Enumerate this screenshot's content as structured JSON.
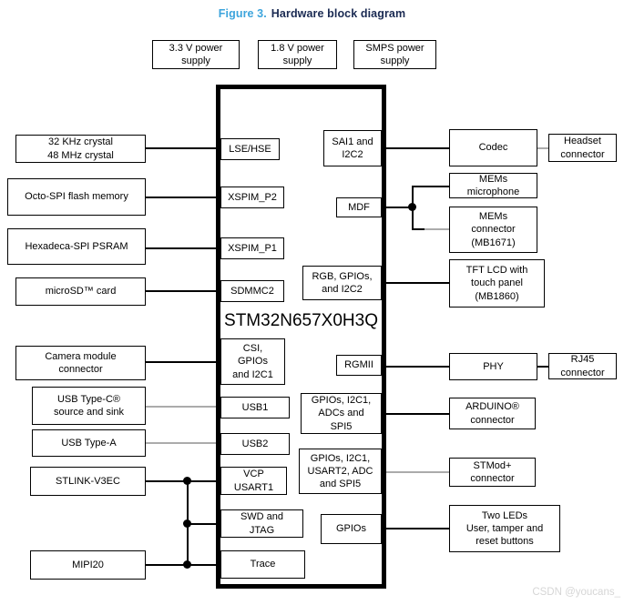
{
  "figure_title": {
    "prefix": "Figure 3.",
    "name": "Hardware block diagram"
  },
  "watermark": "CSDN @youcans_",
  "colors": {
    "figure_prefix_blue": "#3CA4DC",
    "figure_title_navy": "#1A2A52",
    "box_border": "#000000",
    "wire_black": "#000000",
    "wire_gray": "#ABABAB",
    "watermark_gray": "#D6D6D6"
  },
  "power_supplies": [
    "3.3 V power\nsupply",
    "1.8 V power\nsupply",
    "SMPS power\nsupply"
  ],
  "chip": {
    "name": "STM32N657X0H3Q",
    "left_ports": [
      "LSE/HSE",
      "XSPIM_P2",
      "XSPIM_P1",
      "SDMMC2",
      "CSI,\nGPIOs\nand I2C1",
      "USB1",
      "USB2",
      "VCP\nUSART1",
      "SWD and\nJTAG",
      "Trace"
    ],
    "right_ports": [
      "SAI1 and\nI2C2",
      "MDF",
      "RGB, GPIOs,\nand I2C2",
      "RGMII",
      "GPIOs, I2C1,\nADCs and\nSPI5",
      "GPIOs, I2C1,\nUSART2, ADC\nand SPI5",
      "GPIOs"
    ]
  },
  "left_peripherals": [
    "32 KHz crystal\n48 MHz crystal",
    "Octo-SPI flash memory",
    "Hexadeca-SPI PSRAM",
    "microSD™ card",
    "Camera module\nconnector",
    "USB Type-C®\nsource and sink",
    "USB Type-A",
    "STLINK-V3EC",
    "MIPI20"
  ],
  "right_peripherals": [
    "Codec",
    "Headset\nconnector",
    "MEMs\nmicrophone",
    "MEMs\nconnector\n(MB1671)",
    "TFT LCD with\ntouch panel\n(MB1860)",
    "PHY",
    "RJ45\nconnector",
    "ARDUINO®\nconnector",
    "STMod+\nconnector",
    "Two LEDs\nUser, tamper and\nreset buttons"
  ]
}
